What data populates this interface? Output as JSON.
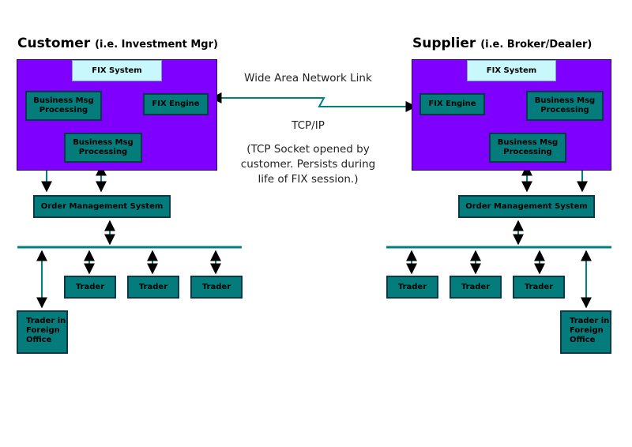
{
  "customer": {
    "title": "Customer",
    "subtitle": "(i.e. Investment Mgr)",
    "fix_system": "FIX System",
    "business_msg_1": "Business Msg\nProcessing",
    "business_msg_2": "Business Msg\nProcessing",
    "fix_engine": "FIX Engine",
    "oms": "Order Management System",
    "traders": [
      "Trader",
      "Trader",
      "Trader"
    ],
    "foreign_trader": "Trader in\nForeign\nOffice"
  },
  "supplier": {
    "title": "Supplier",
    "subtitle": "(i.e. Broker/Dealer)",
    "fix_system": "FIX System",
    "fix_engine": "FIX Engine",
    "business_msg_1": "Business Msg\nProcessing",
    "business_msg_2": "Business Msg\nProcessing",
    "oms": "Order Management System",
    "traders": [
      "Trader",
      "Trader",
      "Trader"
    ],
    "foreign_trader": "Trader in\nForeign\nOffice"
  },
  "network": {
    "wan_label": "Wide Area Network Link",
    "protocol": "TCP/IP",
    "note": "(TCP Socket opened by\ncustomer. Persists during\nlife of FIX session.)"
  },
  "colors": {
    "system_bg": "#8000ff",
    "fix_system_bg": "#c8f8fc",
    "box_bg": "#047c7c",
    "line": "#008080"
  }
}
